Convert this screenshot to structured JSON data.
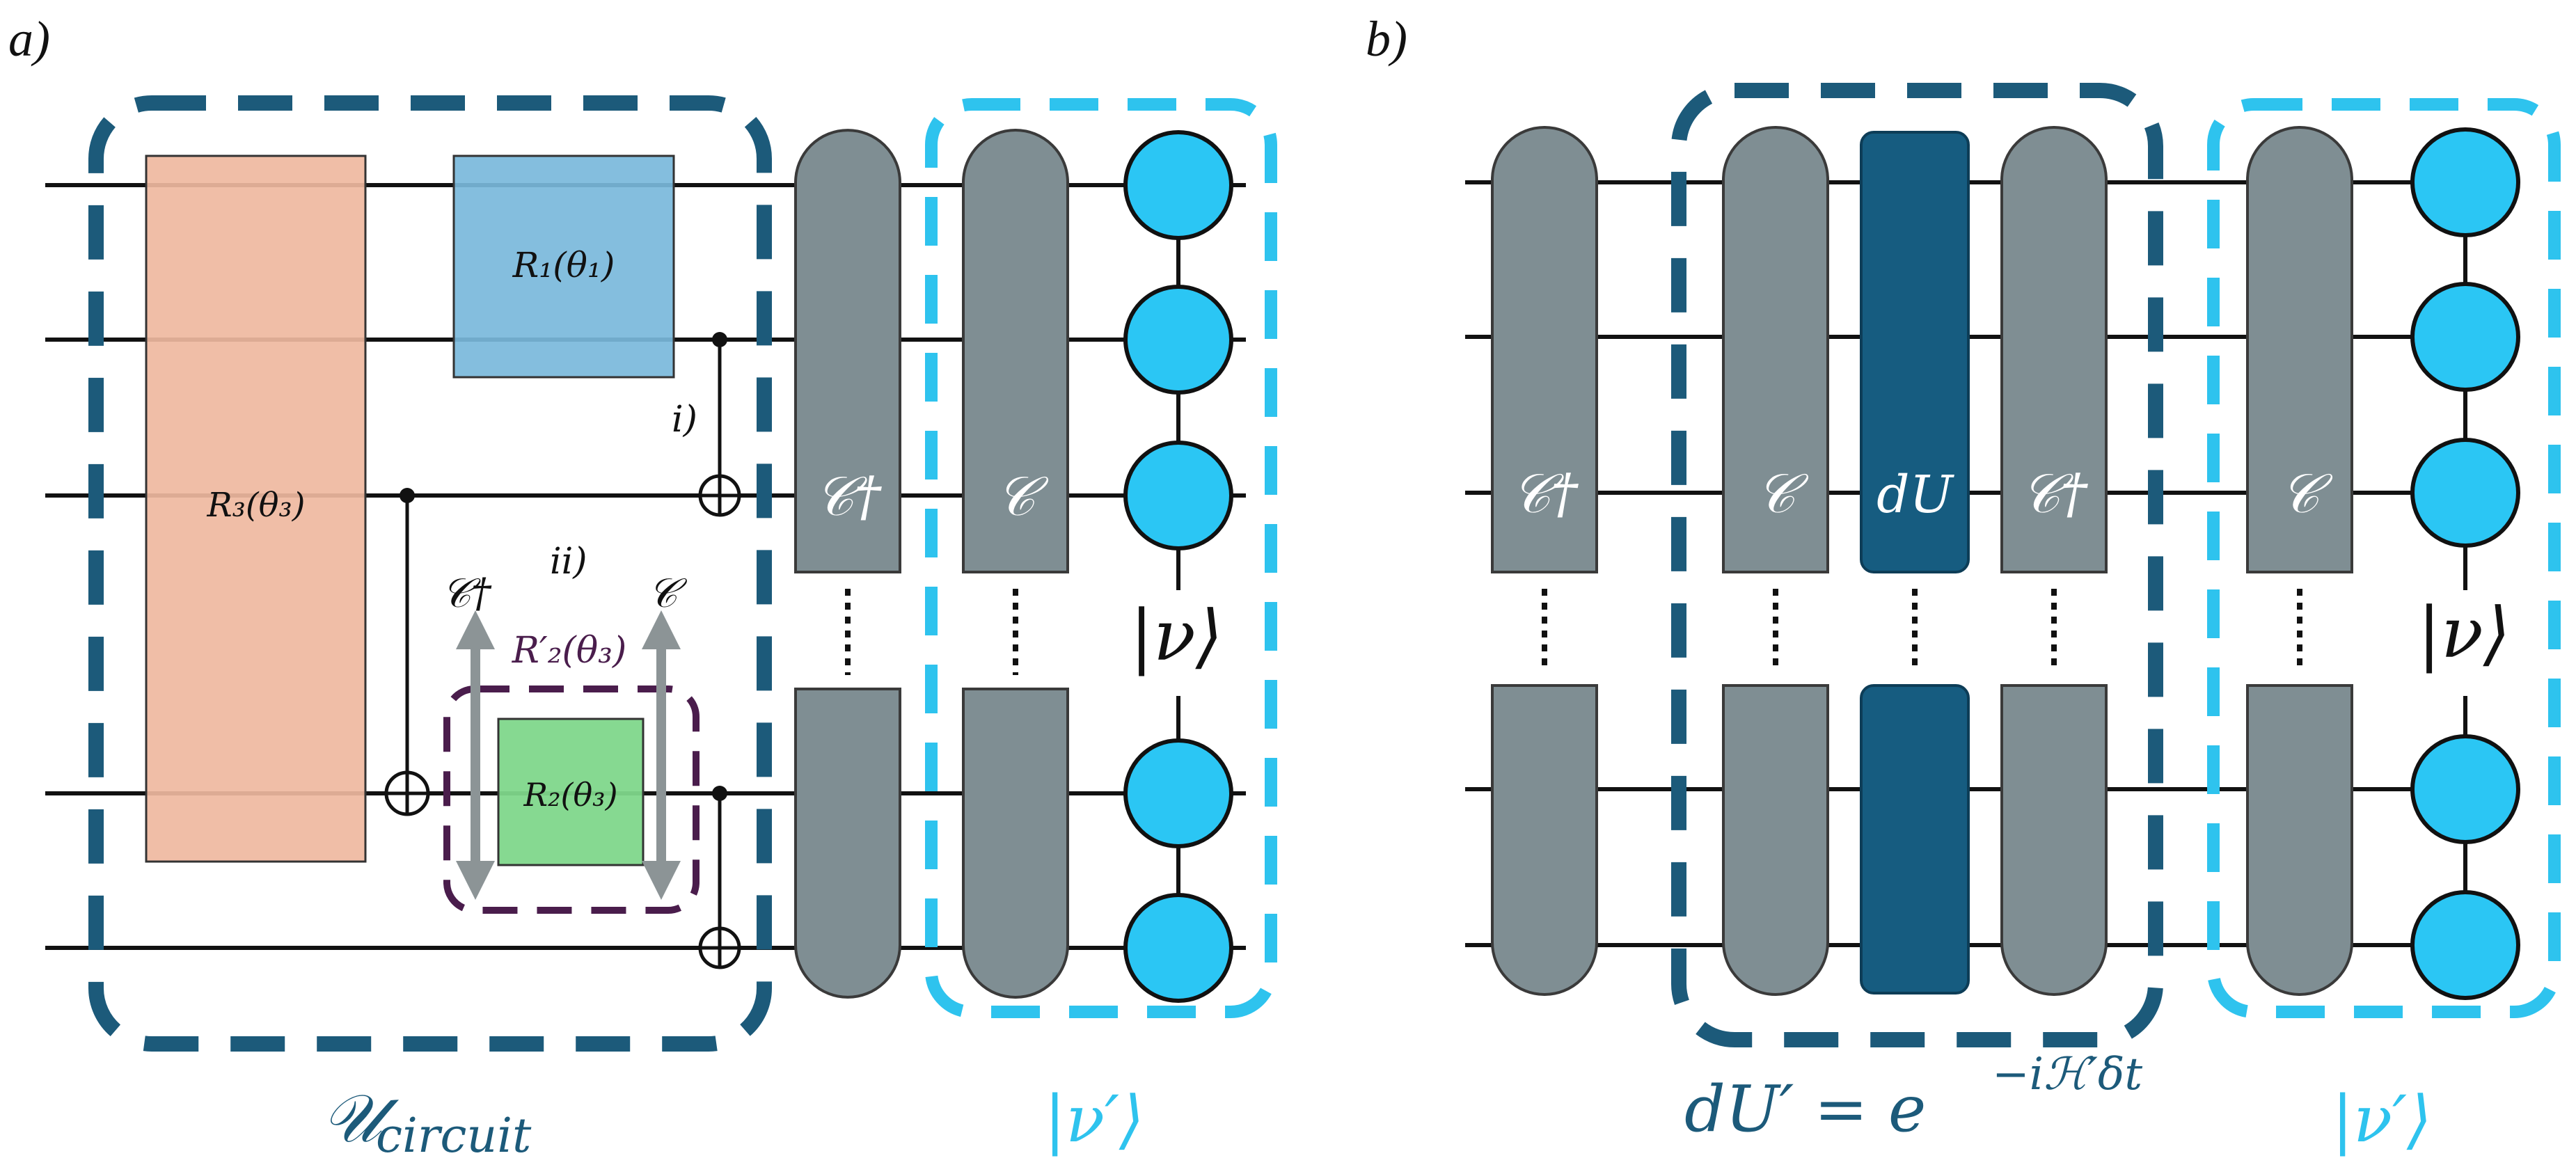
{
  "colors": {
    "wire": "#111111",
    "gray_gate": "#7f8e93",
    "gray_stroke": "#3a3a3a",
    "node": "#2bc6f4",
    "dark_teal": "#1c5a7a",
    "dark_gate": "#165c80",
    "light_blue": "#2ec3ee",
    "r3_fill": "#efb99f",
    "r1_fill": "#7ab8db",
    "r2_fill": "#80d78b",
    "purple": "#4a1d4c"
  },
  "panel_a": {
    "label": "a)",
    "r3": "R₃(θ₃)",
    "r1": "R₁(θ₁)",
    "r2": "R₂(θ₃)",
    "r2_prime": "R′₂(θ₃)",
    "c_dagger_small": "𝒞†",
    "c_small": "𝒞",
    "mark_i": "i)",
    "mark_ii": "ii)",
    "gate_c_dagger": "𝒞†",
    "gate_c": "𝒞",
    "ket_nu": "|ν⟩",
    "u_circuit": "𝒰",
    "u_circuit_sub": "circuit",
    "ket_nu_prime": "|ν′⟩"
  },
  "panel_b": {
    "label": "b)",
    "gate_c_dagger_1": "𝒞†",
    "gate_c_1": "𝒞",
    "gate_du": "dU",
    "gate_c_dagger_2": "𝒞†",
    "gate_c_2": "𝒞",
    "ket_nu": "|ν⟩",
    "du_prime_lhs": "dU′ = e",
    "du_prime_exp": "−iℋ′δt",
    "ket_nu_prime": "|ν′⟩"
  }
}
